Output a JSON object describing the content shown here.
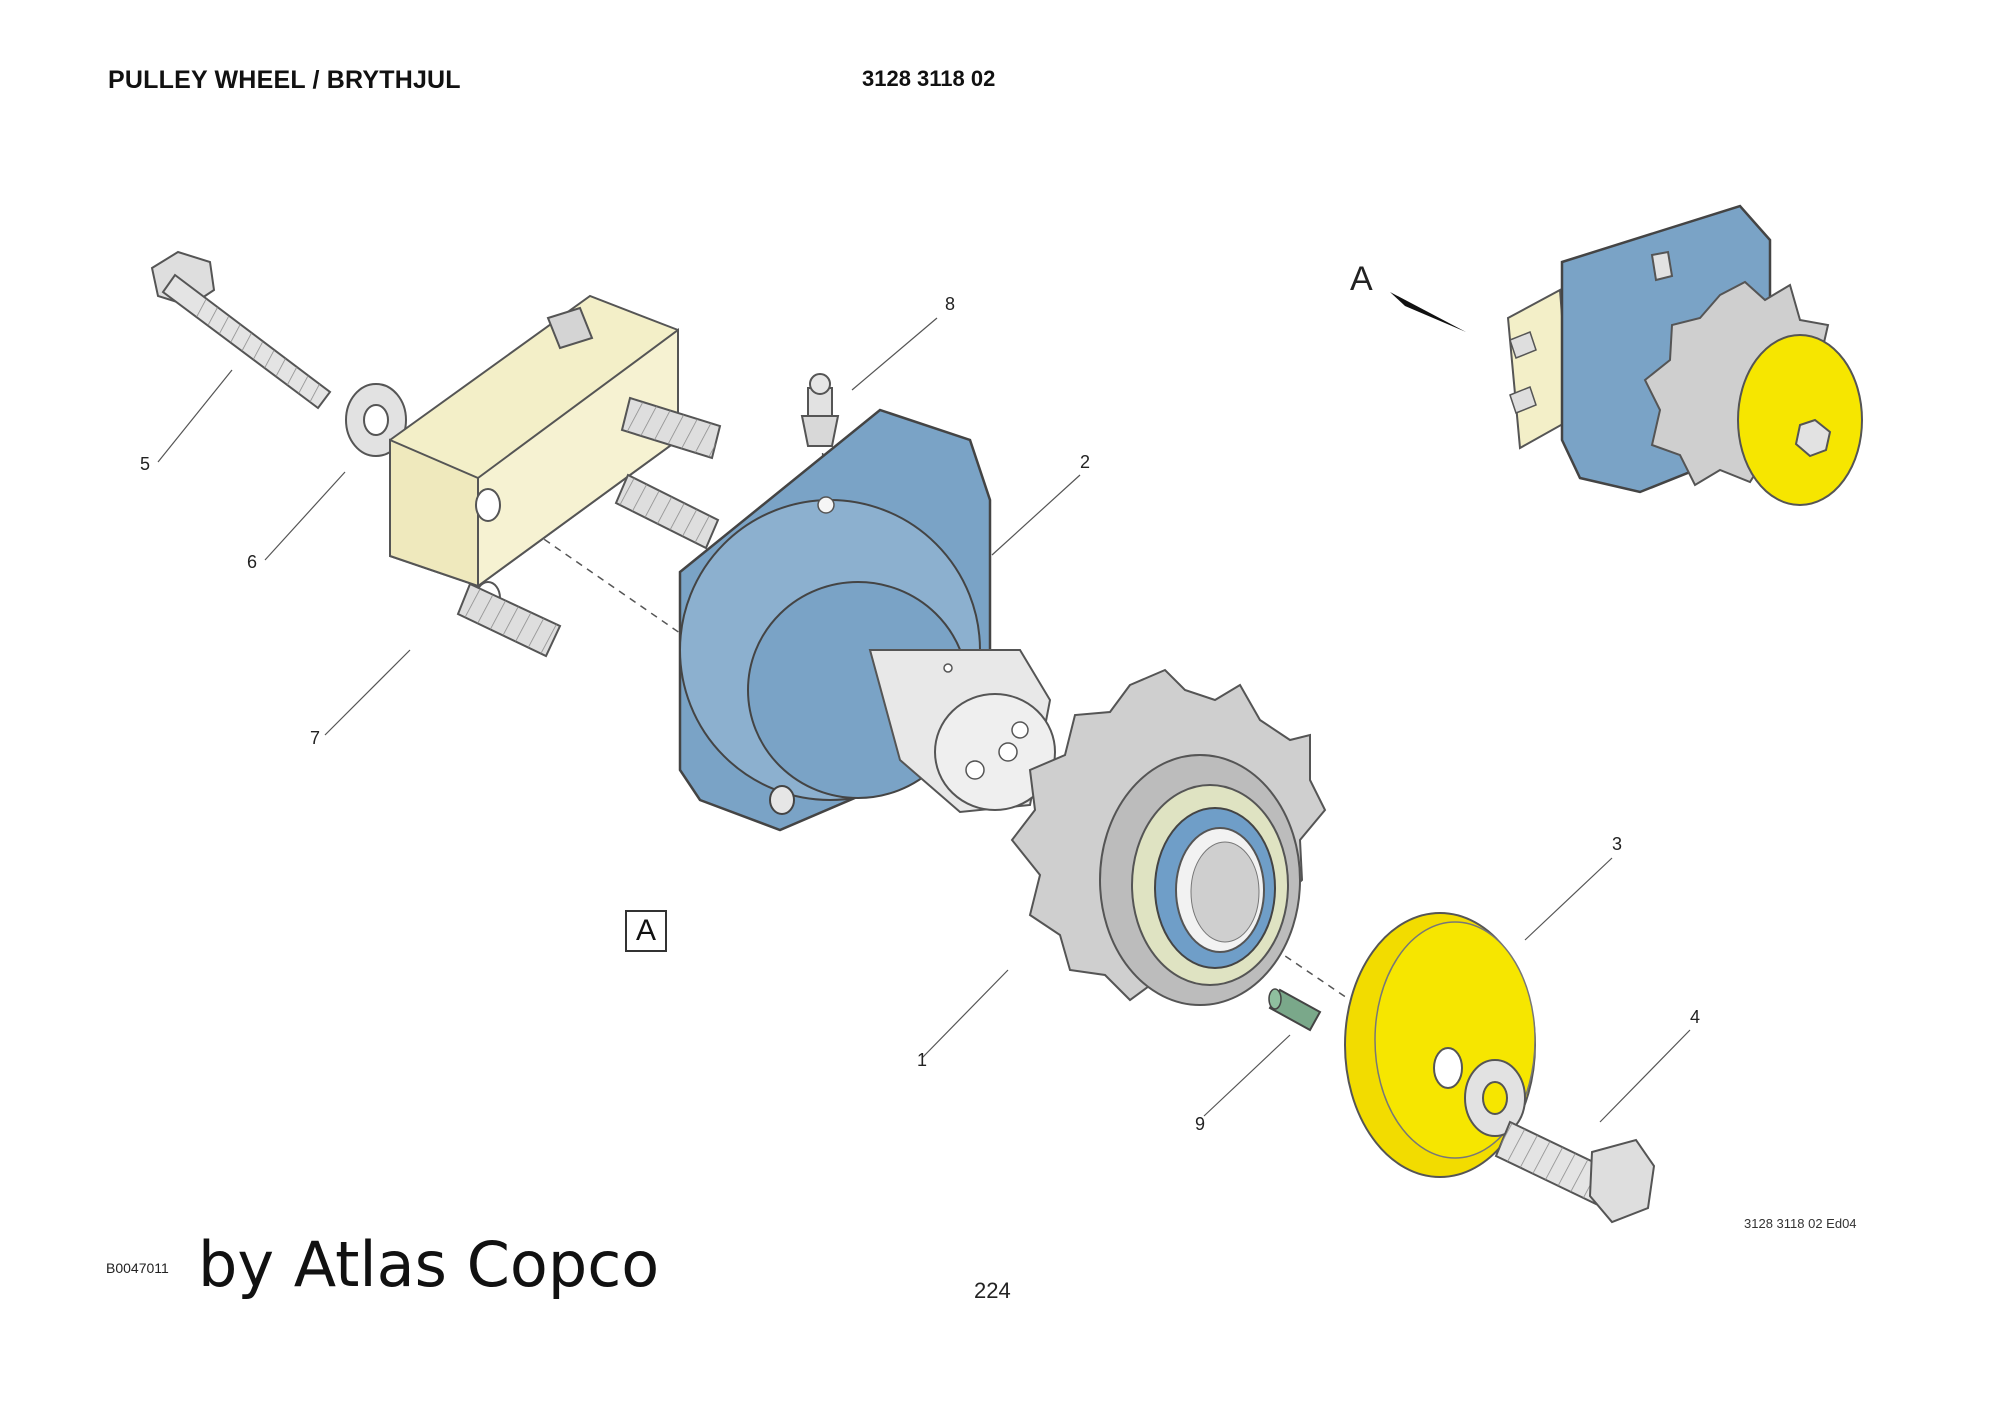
{
  "header": {
    "title": "PULLEY WHEEL / BRYTHJUL",
    "part_number": "3128 3118 02"
  },
  "callouts": [
    "1",
    "2",
    "3",
    "4",
    "5",
    "6",
    "7",
    "8",
    "9"
  ],
  "view_marker": "A",
  "view_marker_box": "A",
  "footer": {
    "edition": "3128 3118 02 Ed04",
    "drawing_code": "B0047011",
    "brand": "by Atlas Copco",
    "page_number": "224"
  },
  "colors": {
    "housing_blue": "#7aa3c6",
    "plate_cream": "#f3efc8",
    "cover_yellow": "#f6e600",
    "steel_grey": "#d8d8d8",
    "pin_green": "#7aa88a"
  }
}
